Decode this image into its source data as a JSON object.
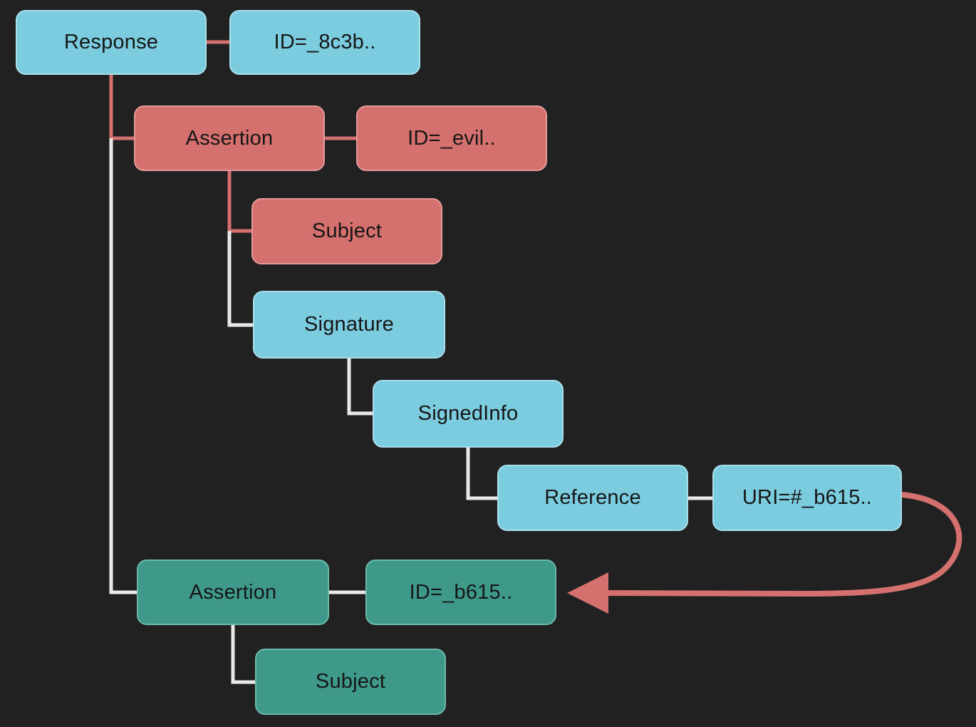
{
  "diagram": {
    "description": "SAML response XML signature wrapping attack tree",
    "colors": {
      "background": "#212121",
      "node_cyan": "#7bccdf",
      "node_red": "#d4706e",
      "node_teal": "#3f998b",
      "connector_white": "#e9e9e9",
      "connector_red": "#d4706e",
      "node_text": "#161616"
    },
    "nodes": [
      {
        "label": "Response",
        "color": "cyan"
      },
      {
        "label": "ID=_8c3b..",
        "color": "cyan"
      },
      {
        "label": "Assertion",
        "color": "red"
      },
      {
        "label": "ID=_evil..",
        "color": "red"
      },
      {
        "label": "Subject",
        "color": "red"
      },
      {
        "label": "Signature",
        "color": "cyan"
      },
      {
        "label": "SignedInfo",
        "color": "cyan"
      },
      {
        "label": "Reference",
        "color": "cyan"
      },
      {
        "label": "URI=#_b615..",
        "color": "cyan"
      },
      {
        "label": "Assertion",
        "color": "teal"
      },
      {
        "label": "ID=_b615..",
        "color": "teal"
      },
      {
        "label": "Subject",
        "color": "teal"
      }
    ]
  }
}
